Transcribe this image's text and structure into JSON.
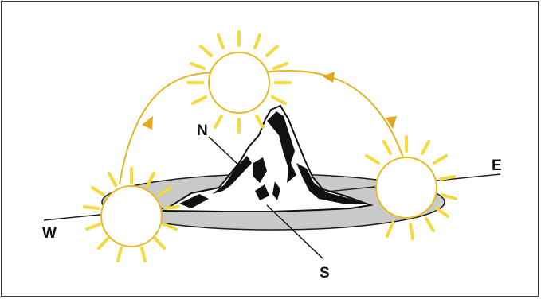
{
  "labels": {
    "north": "N",
    "south": "S",
    "east": "E",
    "west": "W"
  },
  "colors": {
    "sun_fill": "#ffffff",
    "sun_outline": "#e8b81e",
    "ray": "#f6d93c",
    "arc": "#e6b421",
    "arrow": "#e2a51c",
    "ground": "#c9c9c9",
    "ground_outline": "#1a1a1a",
    "mountain_dark": "#111111",
    "frame": "#3a3a3a"
  },
  "icons": {
    "sun": "sun-icon",
    "mountain": "mountain-icon",
    "direction_arrow": "arrow-icon"
  }
}
